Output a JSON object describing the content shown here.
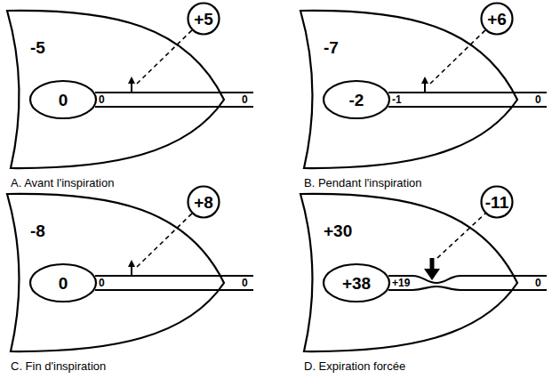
{
  "diagram": {
    "nodes": [
      {
        "text": [
          "-5"
        ]
      },
      {
        "text": [
          "0"
        ],
        "in": 0
      },
      {
        "text": [
          "+5"
        ]
      },
      {
        "text": [
          "-7"
        ]
      },
      {
        "text": [
          "-2"
        ],
        "in": 3
      },
      {
        "text": [
          "+6"
        ]
      },
      {
        "text": [
          "-8"
        ]
      },
      {
        "text": [
          "0"
        ],
        "in": 6
      },
      {
        "text": [
          "+8"
        ]
      },
      {
        "text": [
          "+30"
        ]
      },
      {
        "text": [
          "+38"
        ],
        "in": 9
      },
      {
        "text": [
          "-11"
        ]
      }
    ],
    "labels": [
      "0",
      "0",
      "A. Avant l'inspiration",
      "-1",
      "0",
      "B. Pendant l'inspiration",
      "0",
      "0",
      "C. Fin d'inspiration",
      "+19",
      "0",
      "D. Expiration forcée"
    ]
  }
}
